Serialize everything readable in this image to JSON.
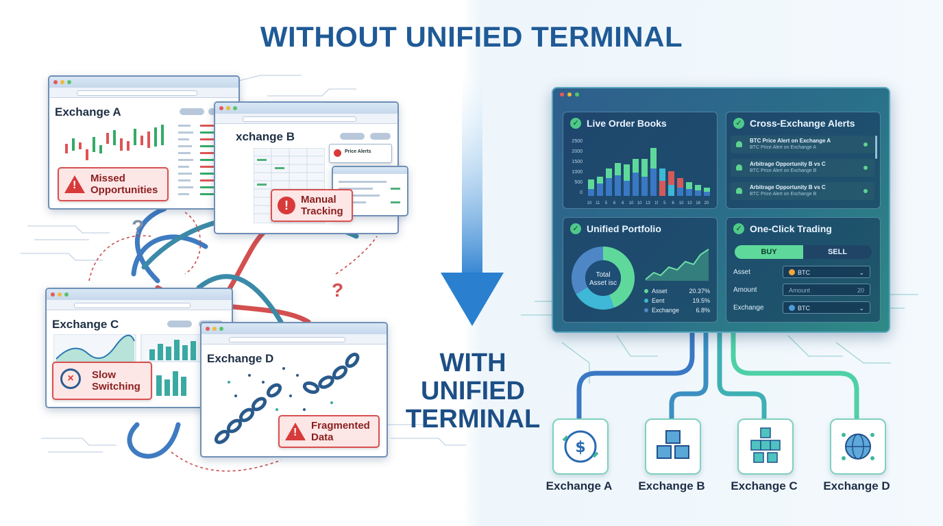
{
  "title_without": "WITHOUT UNIFIED TERMINAL",
  "title_with": [
    "WITH",
    "UNIFIED",
    "TERMINAL"
  ],
  "left": {
    "windows": [
      {
        "name": "Exchange A",
        "issue": [
          "Missed",
          "Opportunities"
        ]
      },
      {
        "name": "xchange B",
        "issue": [
          "Manual",
          "Tracking"
        ],
        "popup": "Price Alerts"
      },
      {
        "name": "Exchange C",
        "issue": [
          "Slow",
          "Switching"
        ]
      },
      {
        "name": "Exchange D",
        "issue": [
          "Fragmented",
          "Data"
        ]
      }
    ],
    "question_mark": "?"
  },
  "dashboard": {
    "order_books": {
      "title": "Live Order Books",
      "y_ticks": [
        "2500",
        "2000",
        "1500",
        "1000",
        "500",
        "0"
      ],
      "x_ticks": [
        "10",
        "11",
        "5",
        "6",
        "6",
        "10",
        "10",
        "13",
        "1f",
        "5",
        "6",
        "10",
        "10",
        "16",
        "20"
      ]
    },
    "alerts": {
      "title": "Cross-Exchange Alerts",
      "items": [
        {
          "title": "BTC Price Alert on Exchange A",
          "sub": "BTC Price Alert on Exchange A"
        },
        {
          "title": "Arbitrage Opportunity B vs C",
          "sub": "BTC Price Alert on Exchange B"
        },
        {
          "title": "Arbitrage Opportunity B vs C",
          "sub": "BTC Price Alert on Exchange B"
        }
      ]
    },
    "portfolio": {
      "title": "Unified Portfolio",
      "donut_label": [
        "Total",
        "Asset isc"
      ],
      "legend": [
        {
          "label": "Asset",
          "value": "20.37%",
          "color": "#5fd99b"
        },
        {
          "label": "Eent",
          "value": "19.5%",
          "color": "#3fb7d6"
        },
        {
          "label": "Exchange",
          "value": "6.8%",
          "color": "#4f86c6"
        }
      ]
    },
    "trading": {
      "title": "One-Click Trading",
      "buy": "BUY",
      "sell": "SELL",
      "asset_label": "Asset",
      "asset_value": "BTC",
      "amount_label": "Amount",
      "amount_placeholder": "Amount",
      "amount_value": "20",
      "exchange_label": "Exchange",
      "exchange_value": "BTC"
    }
  },
  "exchanges": [
    "Exchange A",
    "Exchange B",
    "Exchange C",
    "Exchange D"
  ],
  "colors": {
    "title_blue": "#1f5a96",
    "warn_red": "#d83a3a",
    "accent_green": "#5fd99b"
  }
}
